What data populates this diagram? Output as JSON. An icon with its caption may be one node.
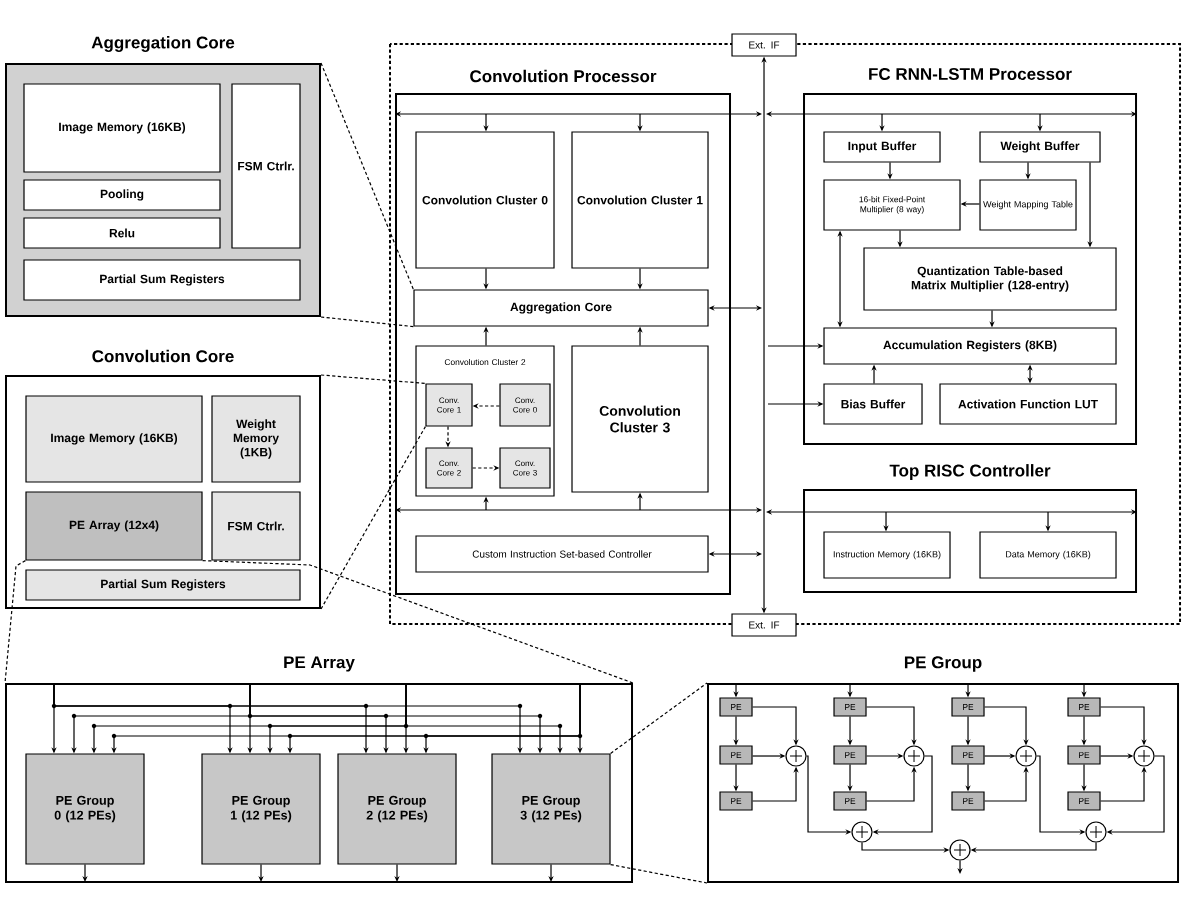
{
  "diagram": {
    "nodes": [
      {
        "text": [
          "Aggregation Core"
        ]
      },
      {
        "text": [
          "Image Memory (16KB)"
        ],
        "in": 0
      },
      {
        "text": [
          "Pooling"
        ],
        "in": 0
      },
      {
        "text": [
          "Relu"
        ],
        "in": 0
      },
      {
        "text": [
          "FSM Ctrlr."
        ],
        "in": 0
      },
      {
        "text": [
          "Partial Sum Registers"
        ],
        "in": 0
      },
      {
        "text": [
          "Convolution Core"
        ]
      },
      {
        "text": [
          "Image Memory (16KB)"
        ],
        "in": 6
      },
      {
        "text": [
          "Weight Memory (1KB)"
        ],
        "in": 6
      },
      {
        "text": [
          "PE Array (12x4)"
        ],
        "in": 6
      },
      {
        "text": [
          "FSM Ctrlr."
        ],
        "in": 6
      },
      {
        "text": [
          "Partial Sum Registers"
        ],
        "in": 6
      },
      {
        "text": [
          "Convolution Processor"
        ]
      },
      {
        "text": [
          "Convolution Cluster 0"
        ],
        "in": 12
      },
      {
        "text": [
          "Convolution Cluster 1"
        ],
        "in": 12
      },
      {
        "text": [
          "Aggregation Core"
        ],
        "in": 12
      },
      {
        "text": [
          "Convolution Cluster 2"
        ],
        "in": 12
      },
      {
        "text": [
          "Conv. Core 1"
        ],
        "in": 16
      },
      {
        "text": [
          "Conv. Core 0"
        ],
        "in": 16
      },
      {
        "text": [
          "Conv. Core 2"
        ],
        "in": 16
      },
      {
        "text": [
          "Conv. Core 3"
        ],
        "in": 16
      },
      {
        "text": [
          "Convolution Cluster 3"
        ],
        "in": 12
      },
      {
        "text": [
          "Custom Instruction Set-based Controller"
        ],
        "in": 12
      },
      {
        "text": [
          "FC RNN-LSTM Processor"
        ]
      },
      {
        "text": [
          "Input Buffer"
        ],
        "in": 23
      },
      {
        "text": [
          "Weight Buffer"
        ],
        "in": 23
      },
      {
        "text": [
          "16-bit Fixed-Point Multiplier (8 way)"
        ],
        "in": 23
      },
      {
        "text": [
          "Weight Mapping Table"
        ],
        "in": 23
      },
      {
        "text": [
          "Quantization Table-based Matrix Multiplier (128-entry)"
        ],
        "in": 23
      },
      {
        "text": [
          "Accumulation Registers (8KB)"
        ],
        "in": 23
      },
      {
        "text": [
          "Bias Buffer"
        ],
        "in": 23
      },
      {
        "text": [
          "Activation Function LUT"
        ],
        "in": 23
      },
      {
        "text": [
          "Top RISC Controller"
        ]
      },
      {
        "text": [
          "Instruction Memory (16KB)"
        ],
        "in": 32
      },
      {
        "text": [
          "Data Memory (16KB)"
        ],
        "in": 32
      },
      {
        "text": [
          "Ext. IF"
        ]
      },
      {
        "text": [
          "Ext. IF"
        ]
      },
      {
        "text": [
          "PE Array"
        ]
      },
      {
        "text": [
          "PE Group 0 (12 PEs)"
        ],
        "in": 37
      },
      {
        "text": [
          "PE Group 1 (12 PEs)"
        ],
        "in": 37
      },
      {
        "text": [
          "PE Group 2 (12 PEs)"
        ],
        "in": 37
      },
      {
        "text": [
          "PE Group 3 (12 PEs)"
        ],
        "in": 37
      },
      {
        "text": [
          "PE Group"
        ]
      },
      {
        "text": [
          "PE"
        ],
        "in": 42
      },
      {
        "text": [
          "PE"
        ],
        "in": 42
      },
      {
        "text": [
          "PE"
        ],
        "in": 42
      },
      {
        "text": [
          "PE"
        ],
        "in": 42
      },
      {
        "text": [
          "PE"
        ],
        "in": 42
      },
      {
        "text": [
          "PE"
        ],
        "in": 42
      },
      {
        "text": [
          "PE"
        ],
        "in": 42
      },
      {
        "text": [
          "PE"
        ],
        "in": 42
      },
      {
        "text": [
          "PE"
        ],
        "in": 42
      },
      {
        "text": [
          "PE"
        ],
        "in": 42
      },
      {
        "text": [
          "PE"
        ],
        "in": 42
      },
      {
        "text": [
          "PE"
        ],
        "in": 42
      },
      {
        "text": [],
        "shape": "circle",
        "in": 42
      },
      {
        "text": [],
        "shape": "circle",
        "in": 42
      },
      {
        "text": [],
        "shape": "circle",
        "in": 42
      },
      {
        "text": [],
        "shape": "circle",
        "in": 42
      },
      {
        "text": [],
        "shape": "circle",
        "in": 42
      },
      {
        "text": [],
        "shape": "circle",
        "in": 42
      },
      {
        "text": [],
        "shape": "circle",
        "in": 42
      }
    ],
    "edges": [
      {
        "from": null,
        "to": 13,
        "arrow": "to"
      },
      {
        "from": null,
        "to": 14,
        "arrow": "to"
      },
      {
        "from": 13,
        "to": 15,
        "arrow": "to"
      },
      {
        "from": 14,
        "to": 15,
        "arrow": "to"
      },
      {
        "from": 16,
        "to": 15,
        "arrow": "to"
      },
      {
        "from": 21,
        "to": 15,
        "arrow": "to"
      },
      {
        "from": null,
        "to": 16,
        "arrow": "to"
      },
      {
        "from": null,
        "to": 21,
        "arrow": "to"
      },
      {
        "from": 15,
        "to": null,
        "arrow": "both"
      },
      {
        "from": 22,
        "to": null,
        "arrow": "both"
      },
      {
        "from": 18,
        "to": 17,
        "arrow": "to",
        "style": "dashed"
      },
      {
        "from": 17,
        "to": 19,
        "arrow": "to",
        "style": "dashed"
      },
      {
        "from": 19,
        "to": 20,
        "arrow": "to",
        "style": "dashed"
      },
      {
        "from": null,
        "to": 24,
        "arrow": "to"
      },
      {
        "from": null,
        "to": 25,
        "arrow": "to"
      },
      {
        "from": 24,
        "to": 26,
        "arrow": "to"
      },
      {
        "from": 25,
        "to": 27,
        "arrow": "to"
      },
      {
        "from": 27,
        "to": 26,
        "arrow": "to"
      },
      {
        "from": 25,
        "to": 28,
        "arrow": "to"
      },
      {
        "from": 26,
        "to": 28,
        "arrow": "to"
      },
      {
        "from": 26,
        "to": 29,
        "arrow": "both"
      },
      {
        "from": 28,
        "to": 29,
        "arrow": "to"
      },
      {
        "from": 30,
        "to": 29,
        "arrow": "to"
      },
      {
        "from": 31,
        "to": 29,
        "arrow": "both"
      },
      {
        "from": null,
        "to": 29,
        "arrow": "to"
      },
      {
        "from": null,
        "to": 30,
        "arrow": "to"
      },
      {
        "from": null,
        "to": 33,
        "arrow": "to"
      },
      {
        "from": null,
        "to": 34,
        "arrow": "to"
      },
      {
        "from": 35,
        "to": 36,
        "arrow": "both"
      },
      {
        "from": 0,
        "to": 15,
        "arrow": "none",
        "style": "dashed"
      },
      {
        "from": 6,
        "to": 17,
        "arrow": "none",
        "style": "dashed"
      },
      {
        "from": 9,
        "to": 37,
        "arrow": "none",
        "style": "dashed"
      },
      {
        "from": 41,
        "to": 42,
        "arrow": "none",
        "style": "dashed"
      },
      {
        "from": null,
        "to": 38,
        "arrow": "to"
      },
      {
        "from": null,
        "to": 38,
        "arrow": "to"
      },
      {
        "from": null,
        "to": 38,
        "arrow": "to"
      },
      {
        "from": null,
        "to": 38,
        "arrow": "to"
      },
      {
        "from": null,
        "to": 39,
        "arrow": "to"
      },
      {
        "from": null,
        "to": 39,
        "arrow": "to"
      },
      {
        "from": null,
        "to": 39,
        "arrow": "to"
      },
      {
        "from": null,
        "to": 39,
        "arrow": "to"
      },
      {
        "from": null,
        "to": 40,
        "arrow": "to"
      },
      {
        "from": null,
        "to": 40,
        "arrow": "to"
      },
      {
        "from": null,
        "to": 40,
        "arrow": "to"
      },
      {
        "from": null,
        "to": 40,
        "arrow": "to"
      },
      {
        "from": null,
        "to": 41,
        "arrow": "to"
      },
      {
        "from": null,
        "to": 41,
        "arrow": "to"
      },
      {
        "from": null,
        "to": 41,
        "arrow": "to"
      },
      {
        "from": null,
        "to": 41,
        "arrow": "to"
      },
      {
        "from": 38,
        "to": null,
        "arrow": "to"
      },
      {
        "from": 39,
        "to": null,
        "arrow": "to"
      },
      {
        "from": 40,
        "to": null,
        "arrow": "to"
      },
      {
        "from": 41,
        "to": null,
        "arrow": "to"
      },
      {
        "from": null,
        "to": 43,
        "arrow": "to"
      },
      {
        "from": 43,
        "to": 44,
        "arrow": "to"
      },
      {
        "from": 44,
        "to": 45,
        "arrow": "to"
      },
      {
        "from": 43,
        "to": 55,
        "arrow": "to"
      },
      {
        "from": 44,
        "to": 55,
        "arrow": "to"
      },
      {
        "from": 45,
        "to": 55,
        "arrow": "to"
      },
      {
        "from": null,
        "to": 46,
        "arrow": "to"
      },
      {
        "from": 46,
        "to": 47,
        "arrow": "to"
      },
      {
        "from": 47,
        "to": 48,
        "arrow": "to"
      },
      {
        "from": 46,
        "to": 56,
        "arrow": "to"
      },
      {
        "from": 47,
        "to": 56,
        "arrow": "to"
      },
      {
        "from": 48,
        "to": 56,
        "arrow": "to"
      },
      {
        "from": null,
        "to": 49,
        "arrow": "to"
      },
      {
        "from": 49,
        "to": 50,
        "arrow": "to"
      },
      {
        "from": 50,
        "to": 51,
        "arrow": "to"
      },
      {
        "from": 49,
        "to": 57,
        "arrow": "to"
      },
      {
        "from": 50,
        "to": 57,
        "arrow": "to"
      },
      {
        "from": 51,
        "to": 57,
        "arrow": "to"
      },
      {
        "from": null,
        "to": 52,
        "arrow": "to"
      },
      {
        "from": 52,
        "to": 53,
        "arrow": "to"
      },
      {
        "from": 53,
        "to": 54,
        "arrow": "to"
      },
      {
        "from": 52,
        "to": 58,
        "arrow": "to"
      },
      {
        "from": 53,
        "to": 58,
        "arrow": "to"
      },
      {
        "from": 54,
        "to": 58,
        "arrow": "to"
      },
      {
        "from": 55,
        "to": 59,
        "arrow": "to"
      },
      {
        "from": 56,
        "to": 59,
        "arrow": "to"
      },
      {
        "from": 57,
        "to": 60,
        "arrow": "to"
      },
      {
        "from": 58,
        "to": 60,
        "arrow": "to"
      },
      {
        "from": 59,
        "to": 61,
        "arrow": "to"
      },
      {
        "from": 60,
        "to": 61,
        "arrow": "to"
      },
      {
        "from": 61,
        "to": null,
        "arrow": "to"
      },
      {
        "from": 12,
        "to": null,
        "arrow": "both"
      },
      {
        "from": 12,
        "to": null,
        "arrow": "both"
      },
      {
        "from": null,
        "to": 23,
        "arrow": "both"
      },
      {
        "from": null,
        "to": 32,
        "arrow": "both"
      }
    ]
  }
}
